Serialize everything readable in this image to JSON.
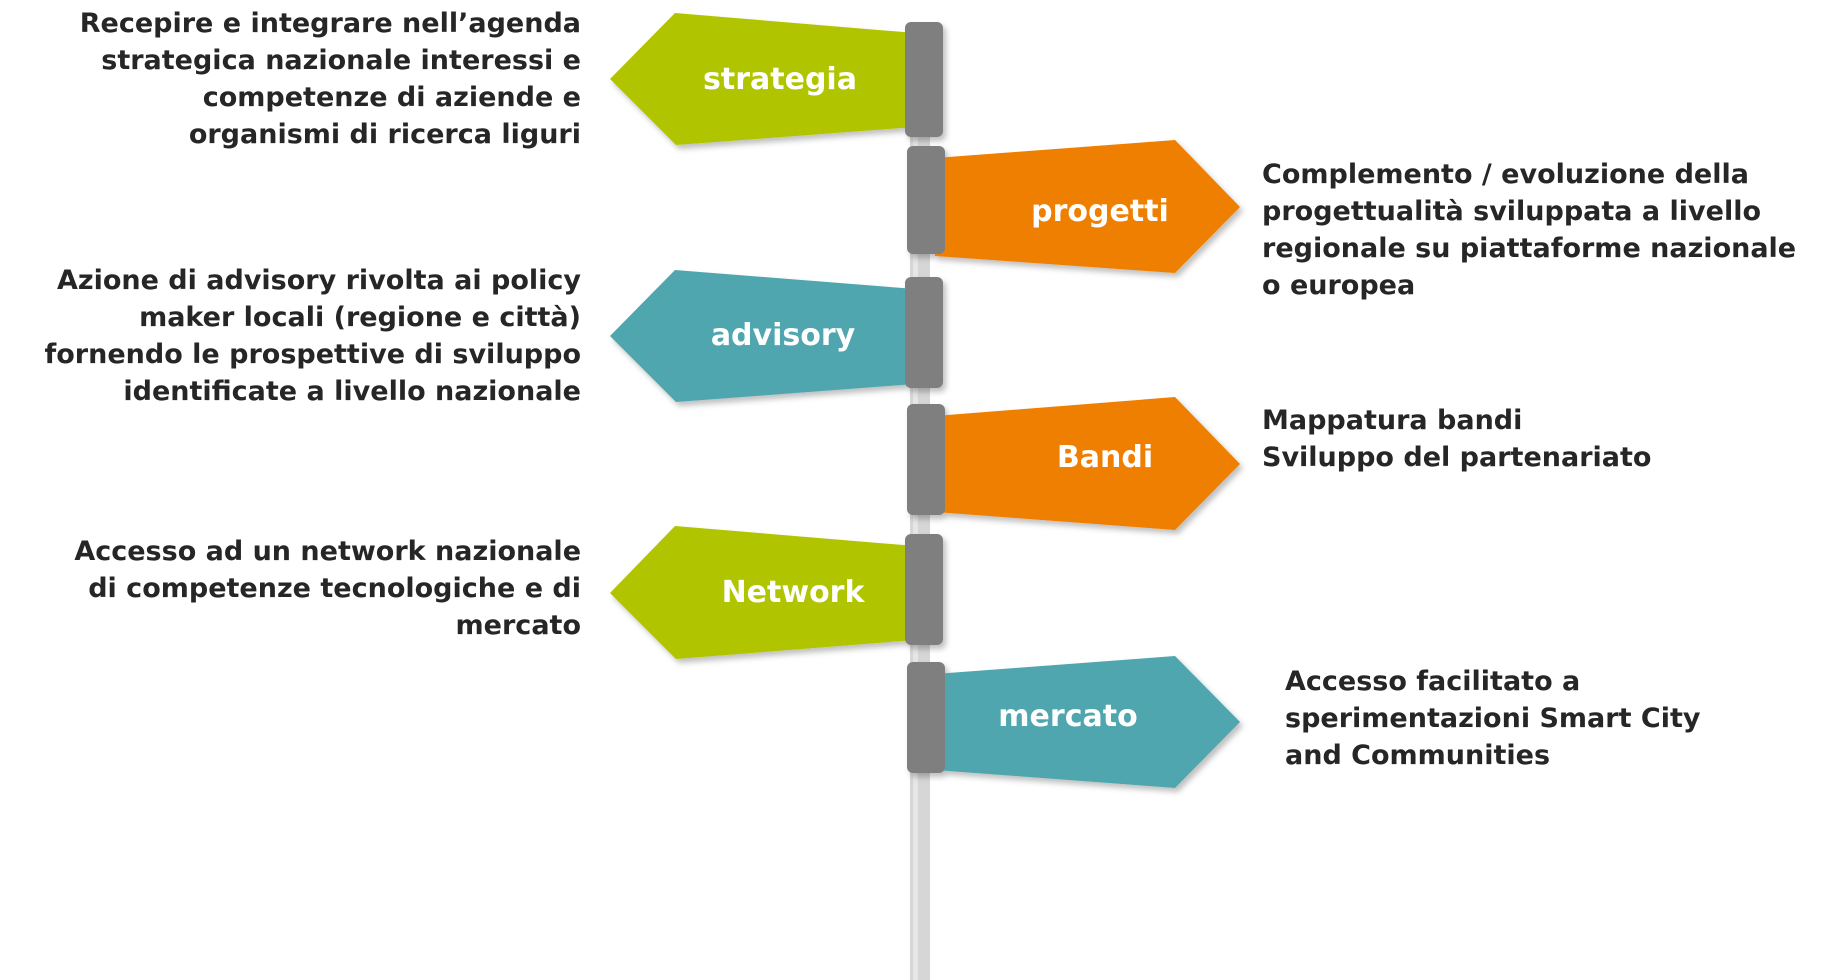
{
  "colors": {
    "green": "#b1c400",
    "orange": "#ef7f00",
    "teal": "#4fa6af",
    "pole": "#d6d6d6",
    "bracket": "#7f7f7f",
    "text": "#262626"
  },
  "signs": [
    {
      "id": "strategia",
      "label": "strategia",
      "direction": "left",
      "color": "green"
    },
    {
      "id": "progetti",
      "label": "progetti",
      "direction": "right",
      "color": "orange"
    },
    {
      "id": "advisory",
      "label": "advisory",
      "direction": "left",
      "color": "teal"
    },
    {
      "id": "bandi",
      "label": "Bandi",
      "direction": "right",
      "color": "orange"
    },
    {
      "id": "network",
      "label": "Network",
      "direction": "left",
      "color": "green"
    },
    {
      "id": "mercato",
      "label": "mercato",
      "direction": "right",
      "color": "teal"
    }
  ],
  "descriptions": {
    "strategia": "Recepire e integrare nell’agenda\nstrategica nazionale interessi e\ncompetenze di aziende e\norganismi di ricerca liguri",
    "progetti": "Complemento / evoluzione della\nprogettualità sviluppata a livello\nregionale su piattaforme nazionale\no europea",
    "advisory": "Azione di advisory rivolta ai policy\nmaker locali (regione e città)\nfornendo le prospettive di sviluppo\nidentificate a livello nazionale",
    "bandi": "Mappatura bandi\nSviluppo del partenariato",
    "network": "Accesso ad un network nazionale\ndi competenze tecnologiche e di\nmercato",
    "mercato": "Accesso facilitato a\nsperimentazioni Smart City\nand Communities"
  }
}
